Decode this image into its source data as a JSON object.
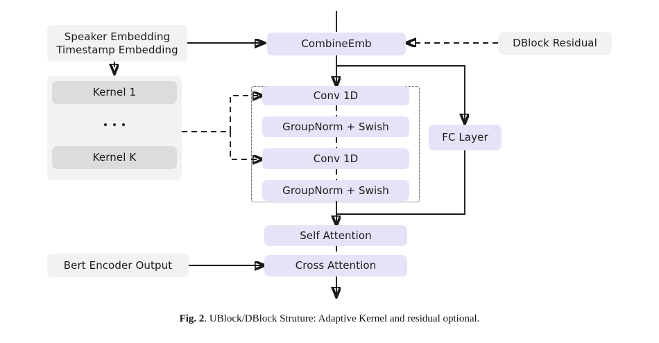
{
  "figure": {
    "caption_label": "Fig. 2",
    "caption_text": ". UBlock/DBlock Struture: Adaptive Kernel and residual optional.",
    "colors": {
      "block_fill": "#e6e3f8",
      "group_fill": "#f2f2f2",
      "kernel_fill": "#dcdcdc",
      "stroke": "#1a1a1a",
      "background": "#ffffff"
    }
  },
  "nodes": {
    "embedding_input": "Speaker Embedding\nTimestamp Embedding",
    "combine_emb": "CombineEmb",
    "dblock_residual": "DBlock Residual",
    "kernel_first": "Kernel 1",
    "kernel_last": "Kernel K",
    "conv1d_first": "Conv 1D",
    "groupnorm_swish_first": "GroupNorm + Swish",
    "conv1d_second": "Conv 1D",
    "groupnorm_swish_second": "GroupNorm + Swish",
    "fc_layer": "FC Layer",
    "self_attention": "Self Attention",
    "cross_attention": "Cross Attention",
    "bert_encoder_output": "Bert Encoder Output"
  }
}
